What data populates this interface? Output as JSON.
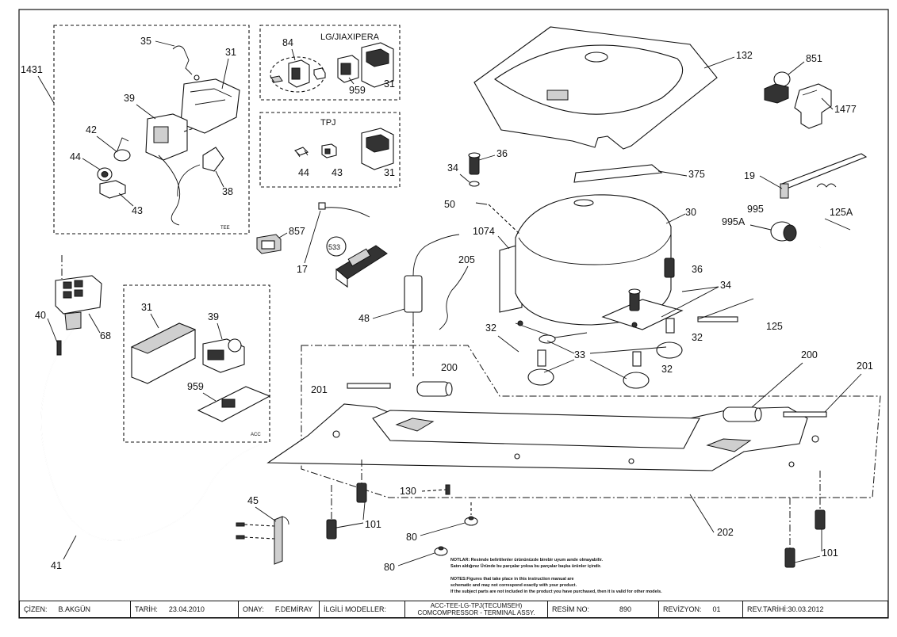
{
  "boxes": {
    "tee_label": "TEE",
    "lg_title": "LG/JIAXIPERA",
    "tpj_title": "TPJ",
    "acc_label": "ACC"
  },
  "callouts": {
    "c1431": "1431",
    "c35": "35",
    "c31a": "31",
    "c39a": "39",
    "c42": "42",
    "c44a": "44",
    "c43a": "43",
    "c38": "38",
    "c84": "84",
    "c959a": "959",
    "c31b": "31",
    "c44b": "44",
    "c43b": "43",
    "c31c": "31",
    "c857": "857",
    "c17": "17",
    "c533": "533",
    "c48": "48",
    "c205": "205",
    "c40": "40",
    "c68": "68",
    "c31d": "31",
    "c39b": "39",
    "c959b": "959",
    "c41": "41",
    "c45": "45",
    "c132": "132",
    "c851": "851",
    "c1477": "1477",
    "c36a": "36",
    "c34a": "34",
    "c375": "375",
    "c19": "19",
    "c50": "50",
    "c30": "30",
    "c1074": "1074",
    "c995": "995",
    "c995A": "995A",
    "c125A": "125A",
    "c36b": "36",
    "c34b": "34",
    "c125": "125",
    "c32a": "32",
    "c32b": "32",
    "c32c": "32",
    "c33": "33",
    "c200a": "200",
    "c201a": "201",
    "c200b": "200",
    "c201b": "201",
    "c130": "130",
    "c101a": "101",
    "c101b": "101",
    "c80a": "80",
    "c80b": "80",
    "c202": "202"
  },
  "notes": {
    "line1": "NOTLAR: Resimde belirtilenler ürününüzde birebir uyum aınde olmayabilir.",
    "line2": "Satın aldığınız Üründe bu parçalar yoksa bu parçalar başka ürünler içindir.",
    "line3": "NOTES:Figures that take place in this instruction manual are",
    "line4": "schematic  and may not correspond exactly with your product.",
    "line5": "If the subject parts are not included in the product you have purchased, then it is valid for other models."
  },
  "title_block": {
    "cizen_label": "ÇİZEN:",
    "cizen_value": "B.AKGÜN",
    "tarih_label": "TARİH:",
    "tarih_value": "23.04.2010",
    "onay_label": "ONAY:",
    "onay_value": "F.DEMİRAY",
    "modeller_label": "İLGİLİ MODELLER:",
    "modeller_line1": "ACC-TEE-LG-TPJ(TECUMSEH)",
    "modeller_line2": "COMCOMPRESSOR - TERMINAL ASSY.",
    "resim_label": "RESİM NO:",
    "resim_value": "890",
    "revizyon_label": "REVİZYON:",
    "revizyon_value": "01",
    "revtarih_label": "REV.TARİHİ:",
    "revtarih_value": "30.03.2012"
  }
}
